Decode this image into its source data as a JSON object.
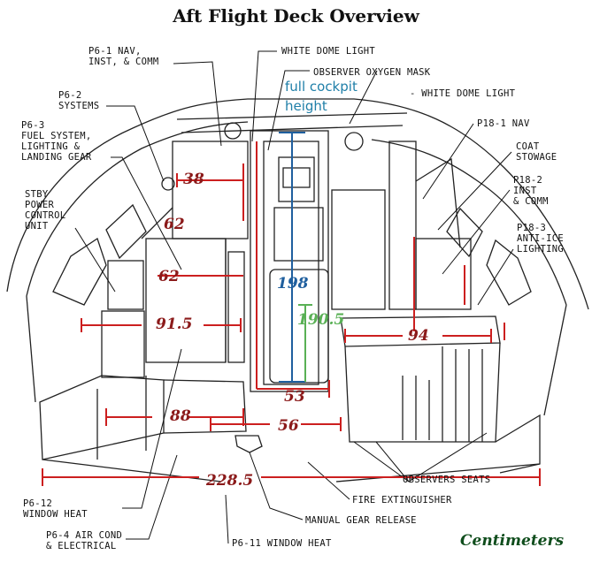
{
  "title": "Aft Flight Deck Overview",
  "units_label": "Centimeters",
  "annotation": "full cockpit\nheight",
  "callouts": {
    "p6_1": "P6-1 NAV,\nINST, & COMM",
    "p6_2": "P6-2\nSYSTEMS",
    "p6_3": "P6-3\nFUEL SYSTEM,\nLIGHTING &\nLANDING GEAR",
    "stby": "STBY\nPOWER\nCONTROL\nUNIT",
    "white_dome_1": "WHITE DOME LIGHT",
    "observer_oxygen": "OBSERVER OXYGEN MASK",
    "white_dome_2": "WHITE DOME LIGHT",
    "p18_1": "P18-1 NAV",
    "coat": "COAT\nSTOWAGE",
    "p18_2": "P18-2\nINST\n& COMM",
    "p18_3": "P18-3\nANTI-ICE\nLIGHTING",
    "p6_12": "P6-12\nWINDOW HEAT",
    "p6_4": "P6-4 AIR COND\n& ELECTRICAL",
    "p6_11": "P6-11 WINDOW HEAT",
    "manual_gear": "MANUAL GEAR RELEASE",
    "fire_ext": "FIRE EXTINGUISHER",
    "observers_seats": "OBSERVERS SEATS"
  },
  "dimensions": {
    "d38": "38",
    "d62a": "62",
    "d62b": "62",
    "d91": "91.5",
    "d198": "198",
    "d190": "190.5",
    "d94": "94",
    "d53": "53",
    "d88": "88",
    "d56": "56",
    "d228": "228.5"
  },
  "colors": {
    "dimension": "#8b1a1a",
    "full_height": "#1f5f9e",
    "half_height": "#59b055",
    "annotation": "#1f7fa8",
    "units": "#0f4d1c",
    "linework": "#111111"
  }
}
